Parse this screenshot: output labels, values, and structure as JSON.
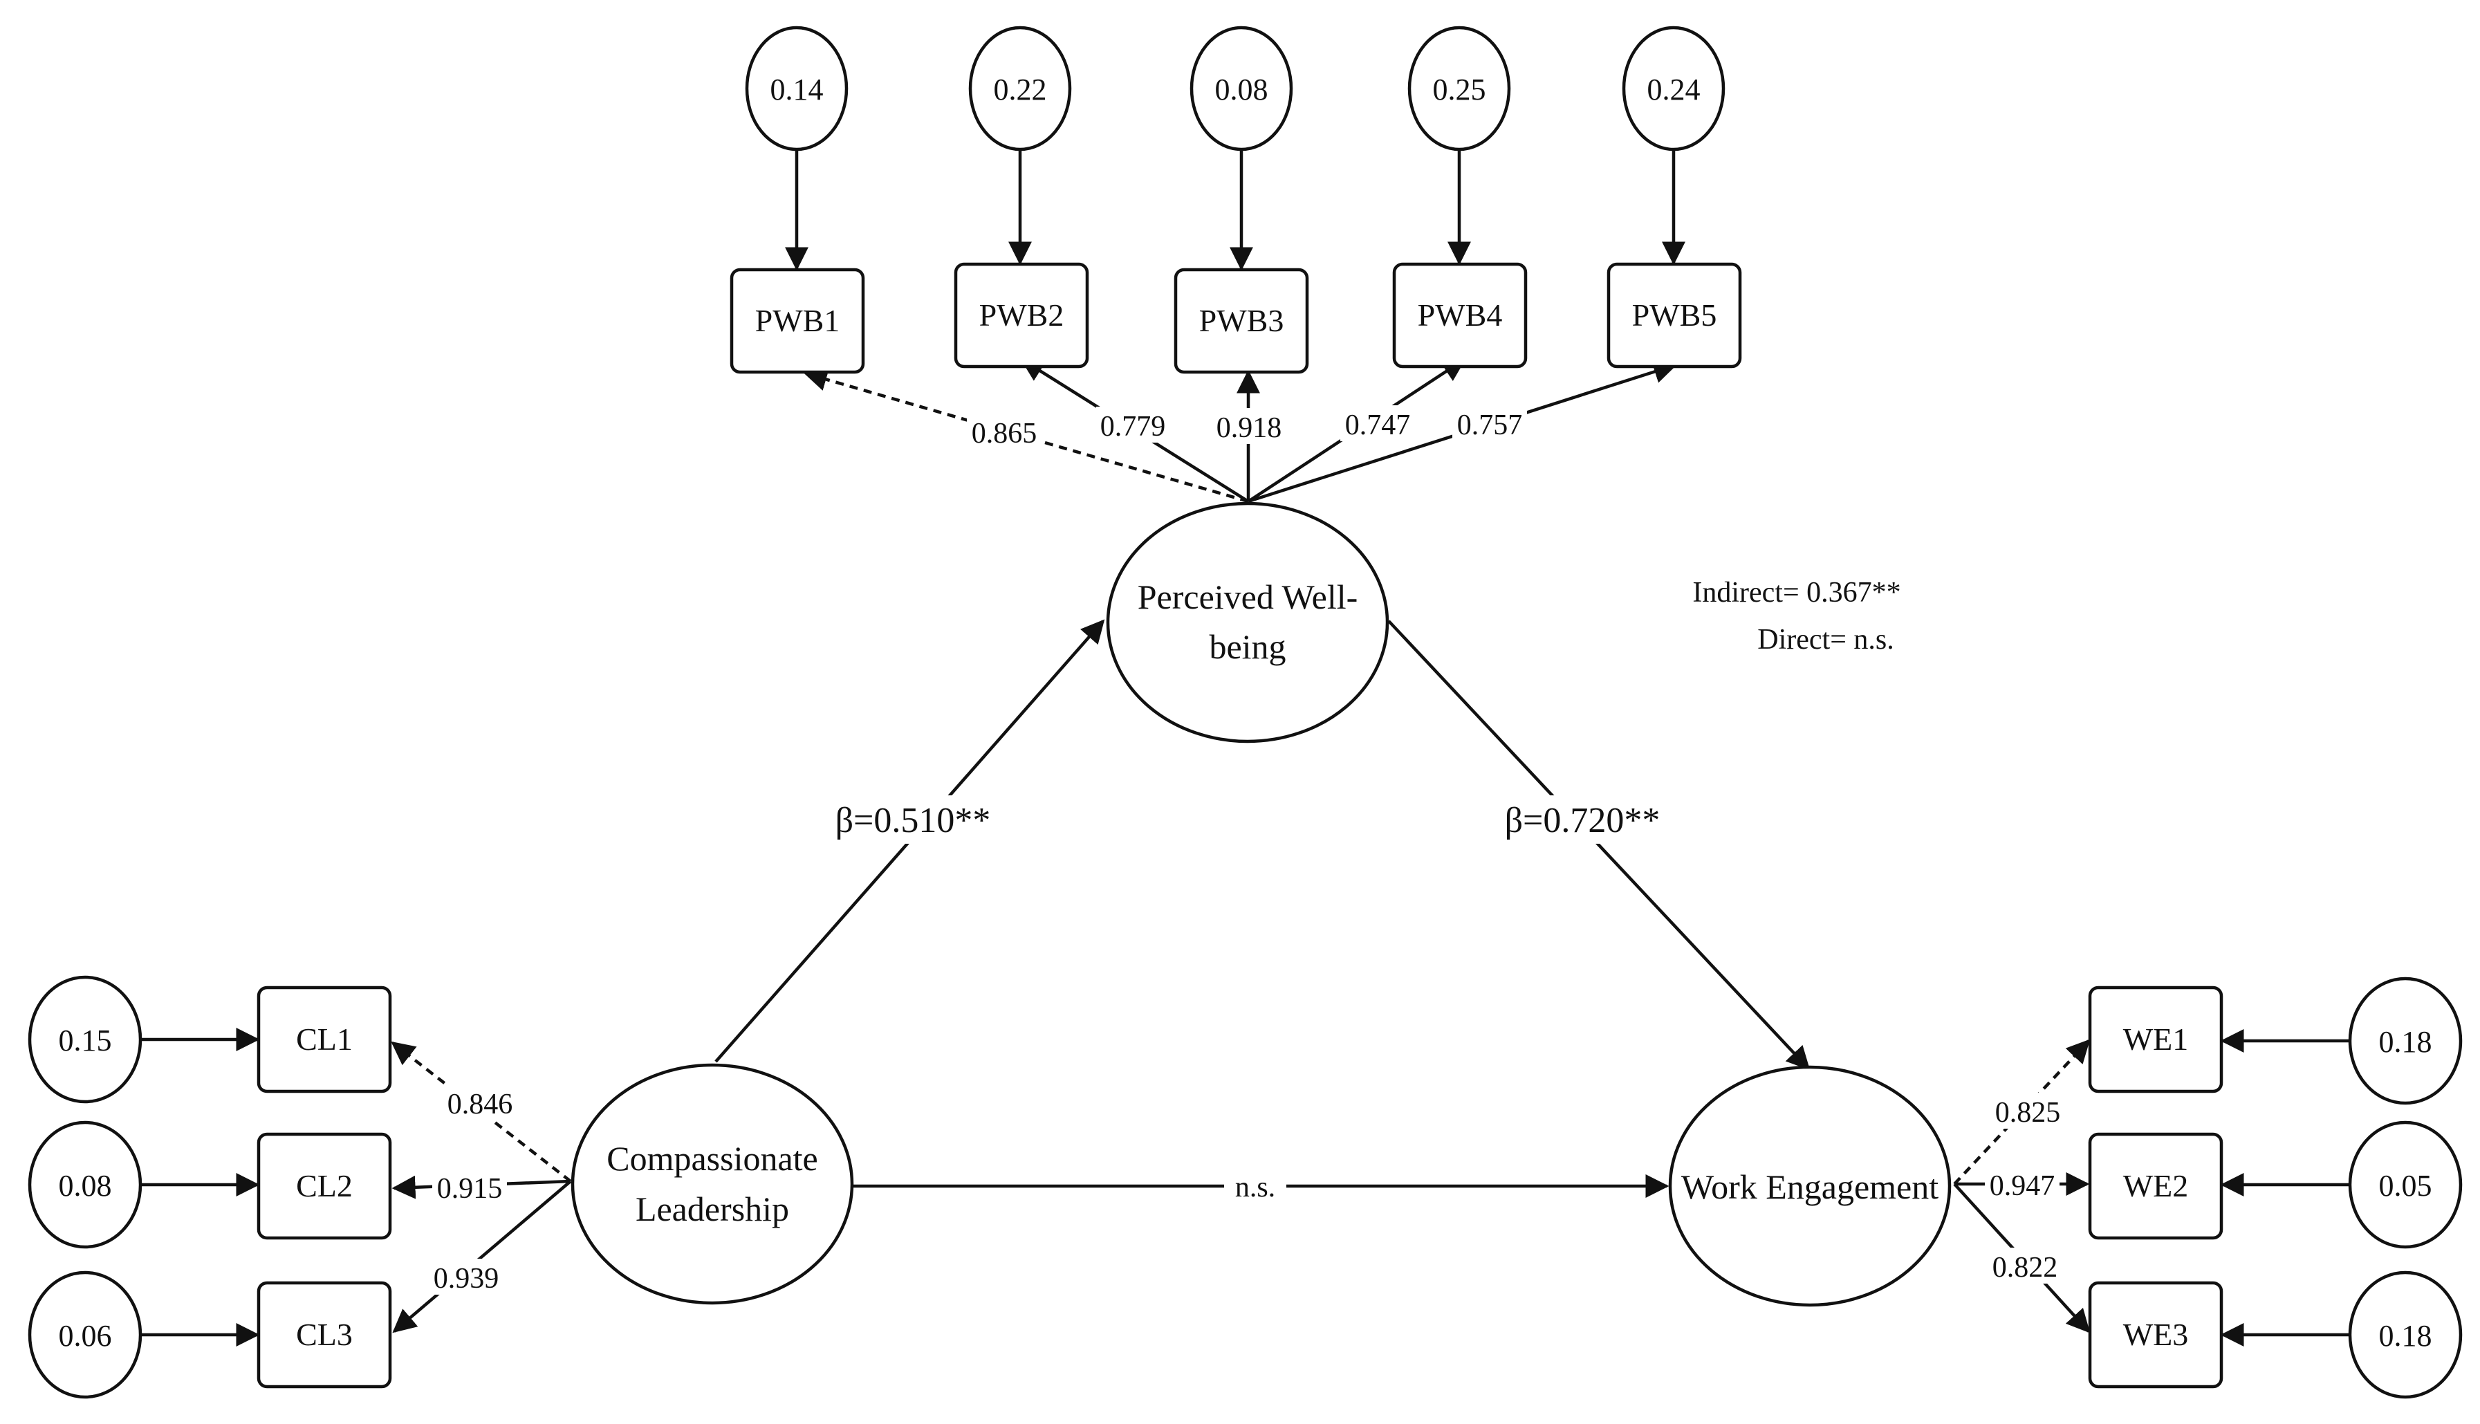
{
  "diagram": {
    "latents": {
      "pwb": {
        "line1": "Perceived Well-",
        "line2": "being"
      },
      "cl": {
        "line1": "Compassionate",
        "line2": "Leadership"
      },
      "we": {
        "line1": "Work Engagement"
      }
    },
    "indicators": {
      "pwb": [
        {
          "label": "PWB1",
          "error": "0.14",
          "loading": "0.865"
        },
        {
          "label": "PWB2",
          "error": "0.22",
          "loading": "0.779"
        },
        {
          "label": "PWB3",
          "error": "0.08",
          "loading": "0.918"
        },
        {
          "label": "PWB4",
          "error": "0.25",
          "loading": "0.747"
        },
        {
          "label": "PWB5",
          "error": "0.24",
          "loading": "0.757"
        }
      ],
      "cl": [
        {
          "label": "CL1",
          "error": "0.15",
          "loading": "0.846"
        },
        {
          "label": "CL2",
          "error": "0.08",
          "loading": "0.915"
        },
        {
          "label": "CL3",
          "error": "0.06",
          "loading": "0.939"
        }
      ],
      "we": [
        {
          "label": "WE1",
          "error": "0.18",
          "loading": "0.825"
        },
        {
          "label": "WE2",
          "error": "0.05",
          "loading": "0.947"
        },
        {
          "label": "WE3",
          "error": "0.18",
          "loading": "0.822"
        }
      ]
    },
    "paths": {
      "cl_to_pwb": "β=0.510**",
      "pwb_to_we": "β=0.720**",
      "cl_to_we": "n.s."
    },
    "effects": {
      "indirect": "Indirect= 0.367**",
      "direct": "Direct= n.s."
    }
  }
}
